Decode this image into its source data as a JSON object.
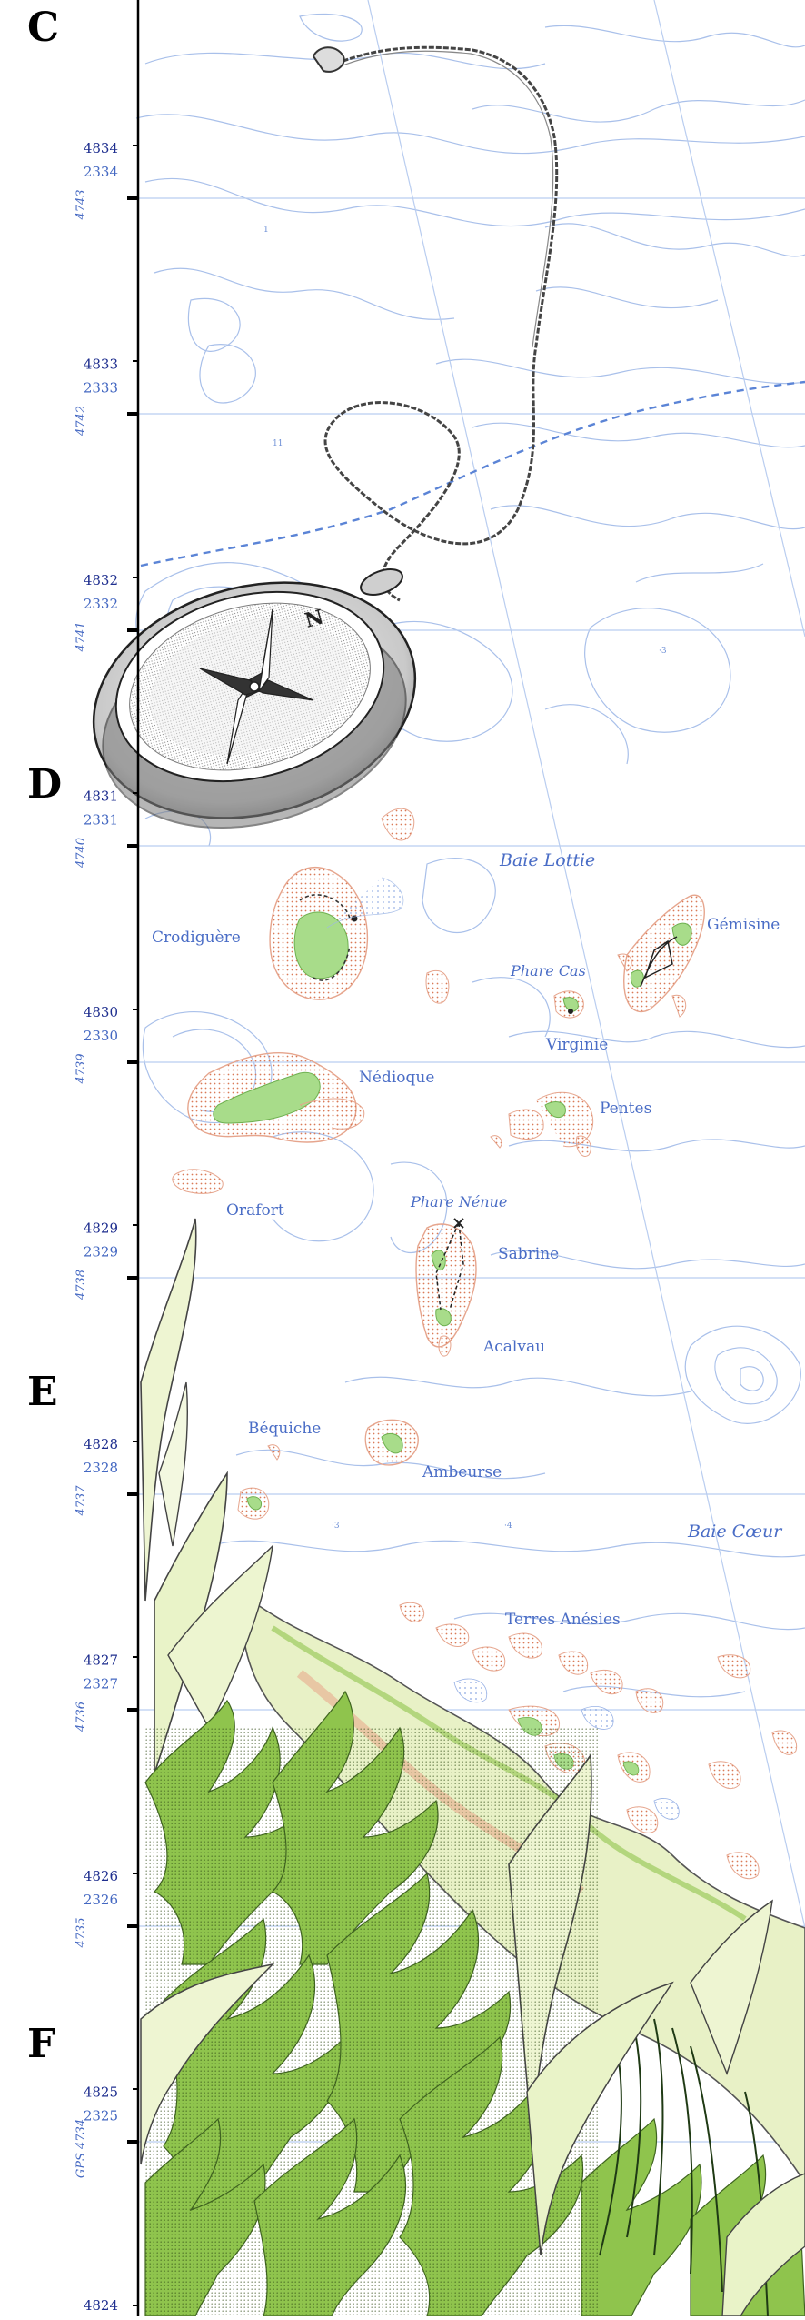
{
  "colors": {
    "ink": "#000000",
    "contour": "#9fb8e6",
    "gridline": "#b9cdf0",
    "axis_primary": "#1f2f8f",
    "axis_secondary": "#4468c2",
    "label_blue": "#4a6dc6",
    "land_green": "#a8dc8a",
    "shore_orange": "#e8a488",
    "shore_dots": "#d97a58",
    "seaweed_light": "#e9f3c8",
    "seaweed_green": "#8fc44d",
    "seaweed_dark": "#4f7e2a"
  },
  "sections": [
    {
      "letter": "C"
    },
    {
      "letter": "D"
    },
    {
      "letter": "E"
    },
    {
      "letter": "F"
    }
  ],
  "scale": {
    "primary": [
      "4834",
      "4833",
      "4832",
      "4831",
      "4830",
      "4829",
      "4828",
      "4827",
      "4826",
      "4825",
      "4824"
    ],
    "secondary": [
      "2334",
      "2333",
      "2332",
      "2331",
      "2330",
      "2329",
      "2328",
      "2327",
      "2326",
      "2325"
    ],
    "rotated": [
      "4743",
      "4742",
      "4741",
      "4740",
      "4739",
      "4738",
      "4737",
      "4736",
      "4735",
      "GPS 4734"
    ]
  },
  "place_labels": {
    "baie_lottie": "Baie Lottie",
    "crodiguere": "Crodiguère",
    "gemisine": "Gémisine",
    "phare_cas": "Phare Cas",
    "virginie": "Virginie",
    "nedioque": "Nédioque",
    "pentes": "Pentes",
    "orafort": "Orafort",
    "phare_nenue": "Phare Nénue",
    "sabrine": "Sabrine",
    "acalvau": "Acalvau",
    "bequiche": "Béquiche",
    "ambeurse": "Ambeurse",
    "baie_coeur": "Baie Cœur",
    "terres_anesies": "Terres Anésies"
  },
  "compass": {
    "north_label": "N",
    "icon": "pocket-compass-with-chain-icon"
  },
  "decoration": {
    "icon": "seaweed-illustration-icon"
  }
}
